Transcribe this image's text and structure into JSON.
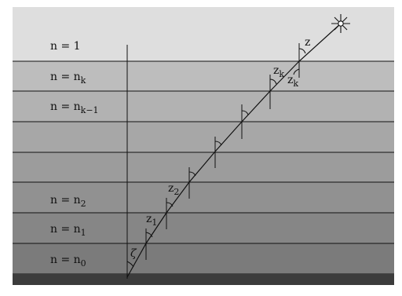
{
  "colors": {
    "outer_bg": "#ffffff",
    "top_sky": "#dedede",
    "layer_shades": [
      "#bdbdbd",
      "#b2b2b2",
      "#a7a7a7",
      "#9c9c9c",
      "#919191",
      "#868686",
      "#7b7b7b"
    ],
    "bottom_band": "#3c3c3c",
    "line_color": "#111111"
  },
  "layer_labels": {
    "n1": {
      "lhs": "n = 1",
      "sub": ""
    },
    "nk": {
      "lhs": "n = n",
      "sub": "k"
    },
    "nk1": {
      "lhs": "n = n",
      "sub": "k−1"
    },
    "n2": {
      "lhs": "n = n",
      "sub": "2"
    },
    "n1b": {
      "lhs": "n = n",
      "sub": "1"
    },
    "n0": {
      "lhs": "n = n",
      "sub": "0"
    }
  },
  "angle_labels": {
    "z": {
      "base": "z",
      "sub": ""
    },
    "zk_left": {
      "base": "z",
      "sub": "k"
    },
    "zk_right": {
      "base": "z",
      "sub": "k"
    },
    "z2": {
      "base": "z",
      "sub": "2"
    },
    "z1": {
      "base": "z",
      "sub": "1"
    },
    "zeta": {
      "base": "ζ",
      "sub": ""
    }
  },
  "icons": {
    "star": "star-icon"
  }
}
